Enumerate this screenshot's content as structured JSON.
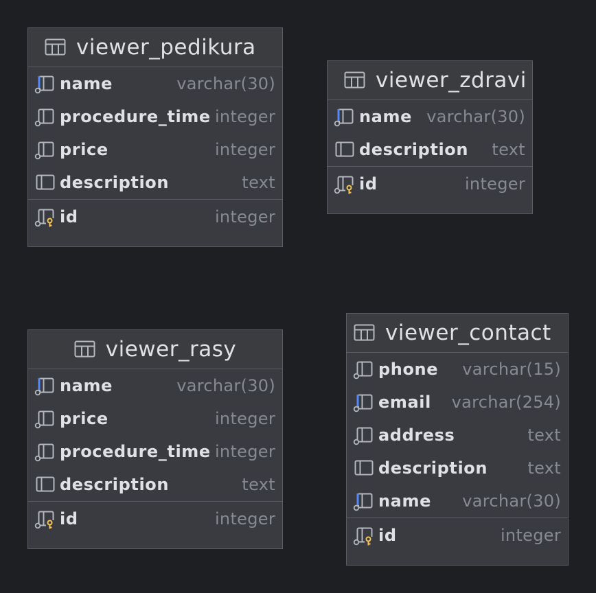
{
  "tables": {
    "pedikura": {
      "name": "viewer_pedikura",
      "columns": [
        {
          "name": "name",
          "type": "varchar(30)",
          "icon": "column-required-icon"
        },
        {
          "name": "procedure_time",
          "type": "integer",
          "icon": "column-icon"
        },
        {
          "name": "price",
          "type": "integer",
          "icon": "column-icon"
        },
        {
          "name": "description",
          "type": "text",
          "icon": "column-nullable-icon"
        }
      ],
      "pk": {
        "name": "id",
        "type": "integer",
        "icon": "primary-key-icon"
      }
    },
    "zdravi": {
      "name": "viewer_zdravi",
      "columns": [
        {
          "name": "name",
          "type": "varchar(30)",
          "icon": "column-required-icon"
        },
        {
          "name": "description",
          "type": "text",
          "icon": "column-nullable-icon"
        }
      ],
      "pk": {
        "name": "id",
        "type": "integer",
        "icon": "primary-key-icon"
      }
    },
    "rasy": {
      "name": "viewer_rasy",
      "columns": [
        {
          "name": "name",
          "type": "varchar(30)",
          "icon": "column-required-icon"
        },
        {
          "name": "price",
          "type": "integer",
          "icon": "column-icon"
        },
        {
          "name": "procedure_time",
          "type": "integer",
          "icon": "column-icon"
        },
        {
          "name": "description",
          "type": "text",
          "icon": "column-nullable-icon"
        }
      ],
      "pk": {
        "name": "id",
        "type": "integer",
        "icon": "primary-key-icon"
      }
    },
    "contact": {
      "name": "viewer_contact",
      "columns": [
        {
          "name": "phone",
          "type": "varchar(15)",
          "icon": "column-icon"
        },
        {
          "name": "email",
          "type": "varchar(254)",
          "icon": "column-required-icon"
        },
        {
          "name": "address",
          "type": "text",
          "icon": "column-icon"
        },
        {
          "name": "description",
          "type": "text",
          "icon": "column-nullable-icon"
        },
        {
          "name": "name",
          "type": "varchar(30)",
          "icon": "column-required-icon"
        }
      ],
      "pk": {
        "name": "id",
        "type": "integer",
        "icon": "primary-key-icon"
      }
    }
  },
  "colors": {
    "background": "#1e1f22",
    "table_body": "#393b40",
    "border": "#5a5d63",
    "text": "#dfe1e5",
    "type_text": "#868a91",
    "required_marker": "#548af7",
    "key": "#f2c55c"
  }
}
